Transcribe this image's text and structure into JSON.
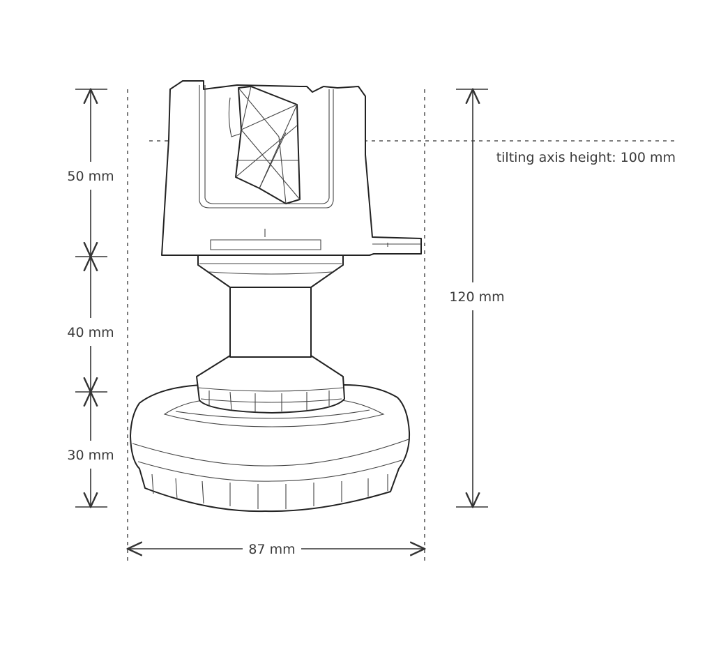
{
  "dimensions": {
    "top_section": "50 mm",
    "middle_section": "40 mm",
    "bottom_section": "30 mm",
    "total_height": "120 mm",
    "width": "87 mm",
    "tilting_axis": "tilting axis height: 100 mm"
  },
  "colors": {
    "line": "#333333",
    "text": "#3a3a3a",
    "background": "#ffffff"
  }
}
